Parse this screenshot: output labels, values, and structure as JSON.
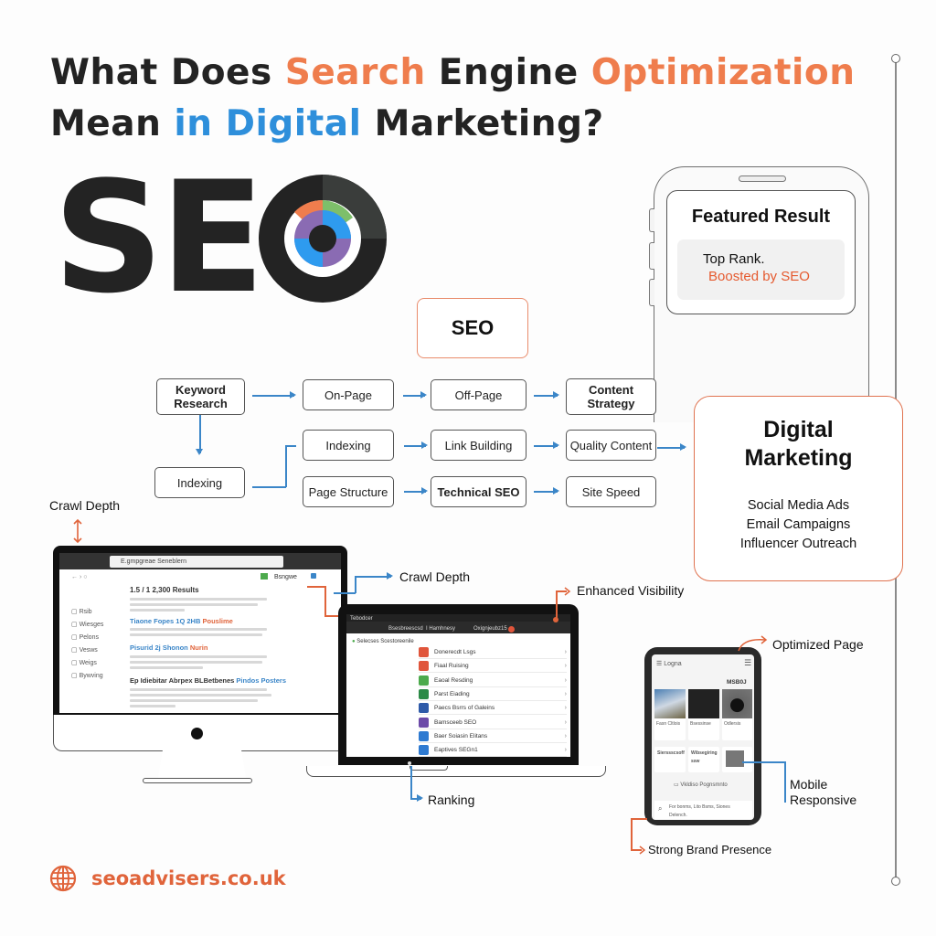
{
  "title": {
    "line1": [
      {
        "text": "What Does ",
        "color": "dark"
      },
      {
        "text": "Search",
        "color": "orange"
      },
      {
        "text": " Engine ",
        "color": "dark"
      },
      {
        "text": "Optimization",
        "color": "orange"
      }
    ],
    "line2": [
      {
        "text": "Mean ",
        "color": "dark"
      },
      {
        "text": "in Digital",
        "color": "blue"
      },
      {
        "text": " Marketing?",
        "color": "dark"
      }
    ]
  },
  "colors": {
    "orange": "#ef7d4d",
    "blue": "#2e8fdb",
    "dark": "#232323",
    "arrow_blue": "#3b86c8",
    "accent_red": "#e0643b"
  },
  "logo": {
    "text": "SE",
    "o_ring_segments": [
      "#ef7d4d",
      "#7dbf6a",
      "#8a6bb3",
      "#2e9bef"
    ]
  },
  "phone_card": {
    "title": "Featured Result",
    "line1": "Top Rank.",
    "line2": "Boosted by SEO"
  },
  "seo_box": {
    "label": "SEO"
  },
  "flow": {
    "nodes": {
      "keyword_research": "Keyword Research",
      "on_page": "On-Page",
      "off_page": "Off-Page",
      "content_strategy": "Content Strategy",
      "indexing_left": "Indexing",
      "indexing": "Indexing",
      "link_building": "Link Building",
      "quality_content": "Quality Content",
      "page_structure": "Page Structure",
      "technical_seo": "Technical SEO",
      "site_speed": "Site Speed"
    }
  },
  "digital_marketing": {
    "title_l1": "Digital",
    "title_l2": "Marketing",
    "items": [
      "Social Media Ads",
      "Email Campaigns",
      "Influencer Outreach"
    ]
  },
  "annotations": {
    "crawl_depth_top": "Crawl Depth",
    "crawl_depth_mid": "Crawl Depth",
    "enhanced_visibility": "Enhanced Visibility",
    "optimized_page": "Optimized Page",
    "mobile_responsive_l1": "Mobile",
    "mobile_responsive_l2": "Responsive",
    "ranking": "Ranking",
    "strong_brand_presence": "Strong Brand Presence"
  },
  "monitor": {
    "url": "E.gmpgreae Seneblern",
    "results_count": "1.5 / 1 2,300 Results",
    "sidebar": [
      "Rsib",
      "Wiesges",
      "Pelons",
      "Vesws",
      "Weigs",
      "Bywving"
    ],
    "results": [
      {
        "title": "Tiaone Fopes 1Q 2HB",
        "title_accent": "Pouslime"
      },
      {
        "title": "Pisurid 2j Shonon",
        "title_accent": "Nurin"
      },
      {
        "title": "Ep Idiebitar Abrpex BLBetbenes",
        "title_accent": "Pindos Posters"
      }
    ],
    "toolbar_label": "Bsngwe"
  },
  "laptop": {
    "window_title": "Tebodcer",
    "tabs": [
      "Bsesbreescsd",
      "I Hamhnesy",
      "Oxignjeubz15"
    ],
    "breadcrumb": "Selecses  Scestoreenile",
    "rows": [
      {
        "label": "Donerecdt Lsgs",
        "color": "#e0553b"
      },
      {
        "label": "Fiaal Ruising",
        "color": "#e0553b"
      },
      {
        "label": "Eaoal Resding",
        "color": "#4caa4c"
      },
      {
        "label": "Parst Eiading",
        "color": "#2b8a46"
      },
      {
        "label": "Paecs Bsrrs of Galeins",
        "color": "#2e5aa8"
      },
      {
        "label": "Bamsceeb SEO",
        "color": "#6c4aa8"
      },
      {
        "label": "Baer Soiasin Elitans",
        "color": "#2e7ad1"
      },
      {
        "label": "Eaptives SEGn1",
        "color": "#2e7ad1"
      }
    ]
  },
  "tablet": {
    "header": "Logna",
    "section": "MSB0J",
    "cards": [
      {
        "title": "Fasn Cltlois",
        "tone": "photo"
      },
      {
        "title": "Bsessinse",
        "tone": "dark"
      },
      {
        "title": "Odlersis",
        "tone": "gray"
      }
    ],
    "cards2": [
      "Sierssscsoff",
      "Wibsegiring ssw"
    ],
    "button": "Vkldiso Pognsmnto",
    "search_text": "For bonms, Lito Bsms, Siones Delench."
  },
  "footer": {
    "site": "seoadvisers.co.uk"
  }
}
